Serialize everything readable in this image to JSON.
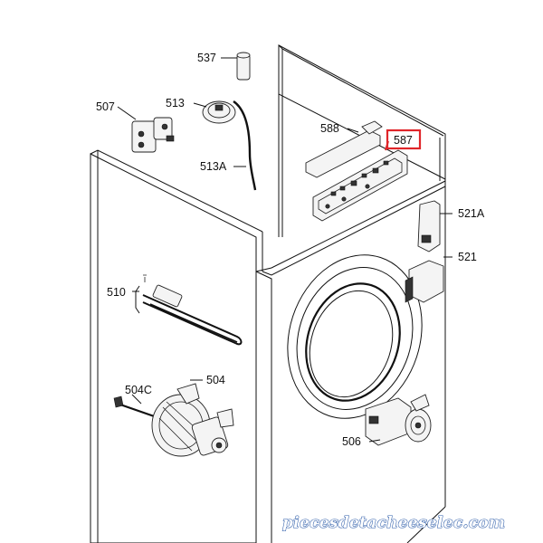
{
  "callouts": {
    "c537": "537",
    "c507": "507",
    "c513": "513",
    "c513a": "513A",
    "c588": "588",
    "c587": "587",
    "c521a": "521A",
    "c521": "521",
    "c510": "510",
    "c504c": "504C",
    "c504": "504",
    "c506": "506"
  },
  "highlight_color": "#e0262a",
  "watermark": {
    "text": "piecesdetacheeselec.com",
    "color": "#2a5aa8"
  }
}
